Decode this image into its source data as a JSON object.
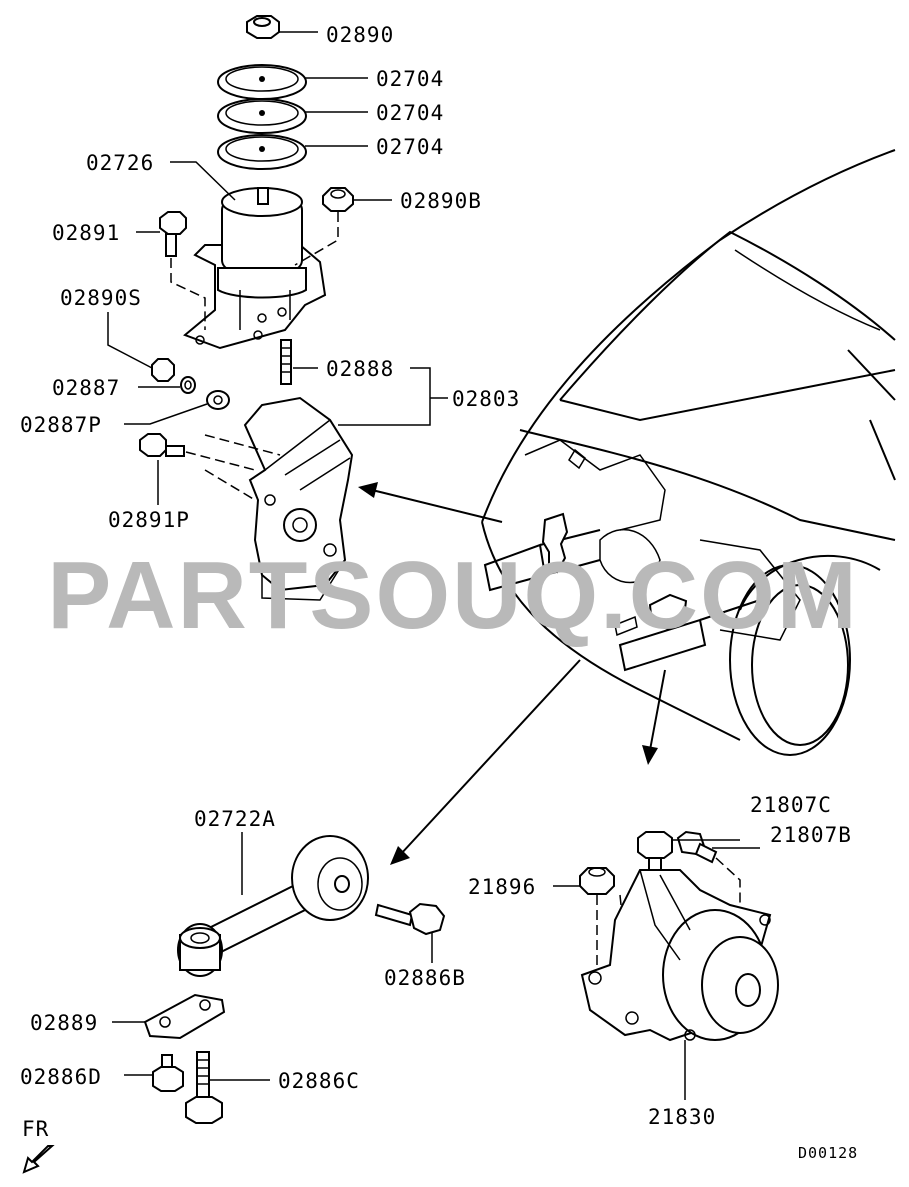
{
  "labels": {
    "p02890": "02890",
    "p02704a": "02704",
    "p02704b": "02704",
    "p02704c": "02704",
    "p02726": "02726",
    "p02890B": "02890B",
    "p02891": "02891",
    "p02890S": "02890S",
    "p02887": "02887",
    "p02888": "02888",
    "p02803": "02803",
    "p02887P": "02887P",
    "p02891P": "02891P",
    "p02722A": "02722A",
    "p02886B": "02886B",
    "p02889": "02889",
    "p02886D": "02886D",
    "p02886C": "02886C",
    "p21807C": "21807C",
    "p21807B": "21807B",
    "p21896": "21896",
    "p21830": "21830"
  },
  "direction_label": "FR",
  "diagram_code": "D00128",
  "watermark": "PARTSOUQ.COM"
}
